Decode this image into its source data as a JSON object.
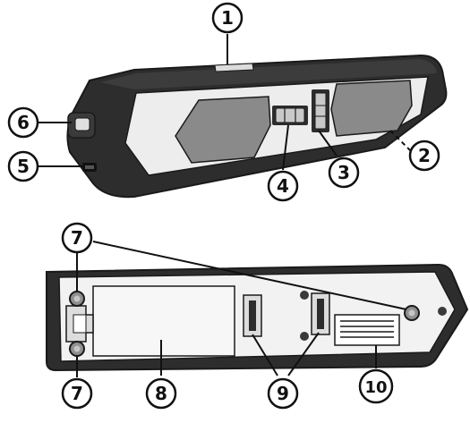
{
  "colors": {
    "housing": "#2d2d2d",
    "housing_edge": "#1a1a1a",
    "panel": "#ededed",
    "window": "#8a8a8a",
    "back_plate": "#f2f2f2",
    "screw": "#8f8f8f",
    "callout_stroke": "#111111"
  },
  "callouts": [
    {
      "id": "c1",
      "label": "1"
    },
    {
      "id": "c2",
      "label": "2"
    },
    {
      "id": "c3",
      "label": "3"
    },
    {
      "id": "c4",
      "label": "4"
    },
    {
      "id": "c5",
      "label": "5"
    },
    {
      "id": "c6",
      "label": "6"
    },
    {
      "id": "c7a",
      "label": "7"
    },
    {
      "id": "c7b",
      "label": "7"
    },
    {
      "id": "c8",
      "label": "8"
    },
    {
      "id": "c9",
      "label": "9"
    },
    {
      "id": "c10",
      "label": "10"
    }
  ]
}
